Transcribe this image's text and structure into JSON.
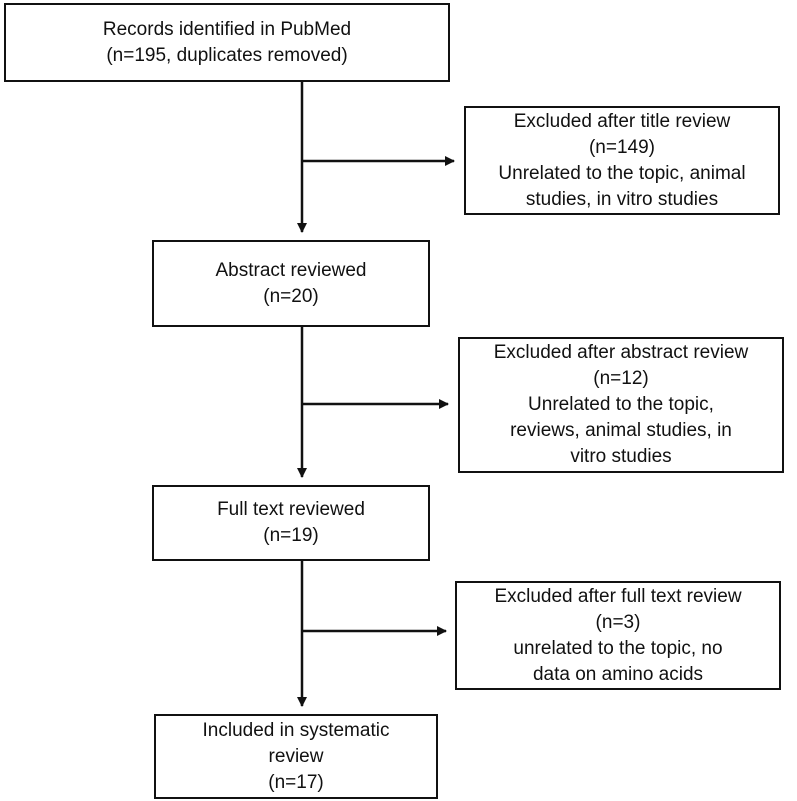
{
  "boxes": {
    "identified": {
      "line1": "Records identified in PubMed",
      "line2": "(n=195, duplicates removed)"
    },
    "excluded_title": {
      "line1": "Excluded after title review",
      "line2": "(n=149)",
      "line3": "Unrelated to the topic, animal",
      "line4": "studies, in vitro studies"
    },
    "abstract": {
      "line1": "Abstract reviewed",
      "line2": "(n=20)"
    },
    "excluded_abstract": {
      "line1": "Excluded after abstract review",
      "line2": "(n=12)",
      "line3": "Unrelated to the topic,",
      "line4": "reviews, animal studies, in",
      "line5": "vitro studies"
    },
    "fulltext": {
      "line1": "Full text reviewed",
      "line2": "(n=19)"
    },
    "excluded_fulltext": {
      "line1": "Excluded after full text review",
      "line2": "(n=3)",
      "line3": "unrelated to the topic, no",
      "line4": "data on amino acids"
    },
    "included": {
      "line1": "Included in systematic",
      "line2": "review",
      "line3": "(n=17)"
    }
  }
}
